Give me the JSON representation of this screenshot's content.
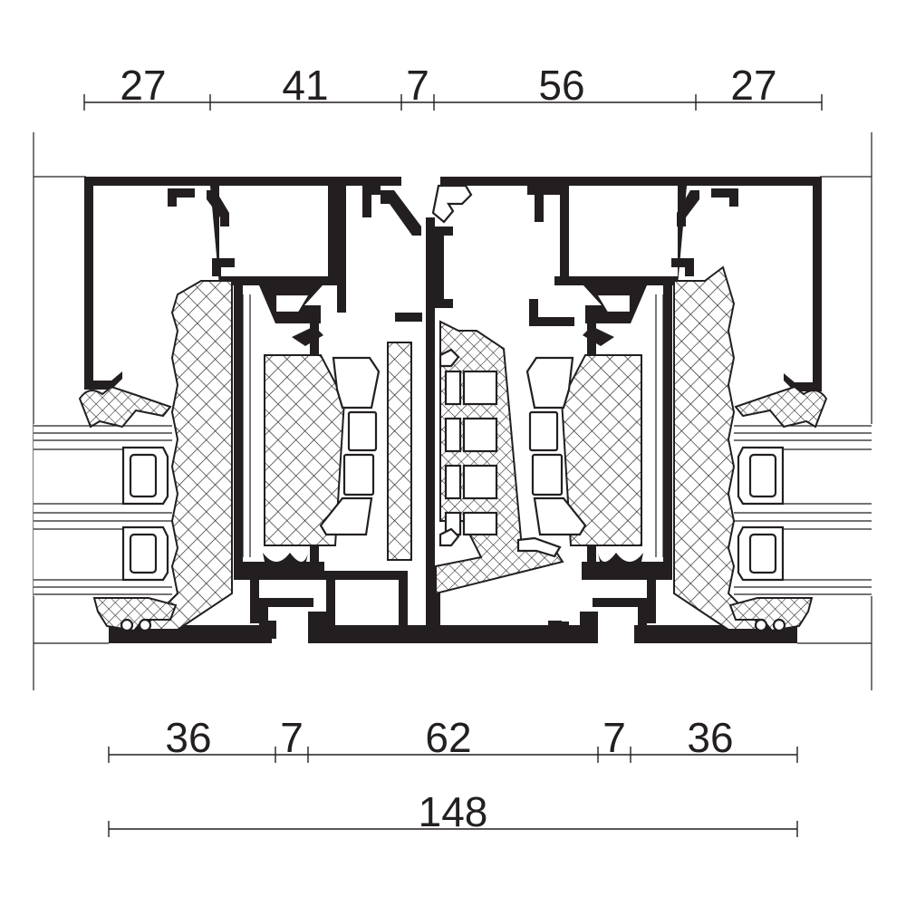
{
  "drawing": {
    "top_dimensions": [
      {
        "label": "27"
      },
      {
        "label": "41"
      },
      {
        "label": "7"
      },
      {
        "label": "56"
      },
      {
        "label": "27"
      }
    ],
    "bottom_dimensions": [
      {
        "label": "36"
      },
      {
        "label": "7"
      },
      {
        "label": "62"
      },
      {
        "label": "7"
      },
      {
        "label": "36"
      }
    ],
    "overall_dimension": {
      "label": "148"
    },
    "colors": {
      "profile": "#231f20",
      "background": "#ffffff"
    }
  }
}
